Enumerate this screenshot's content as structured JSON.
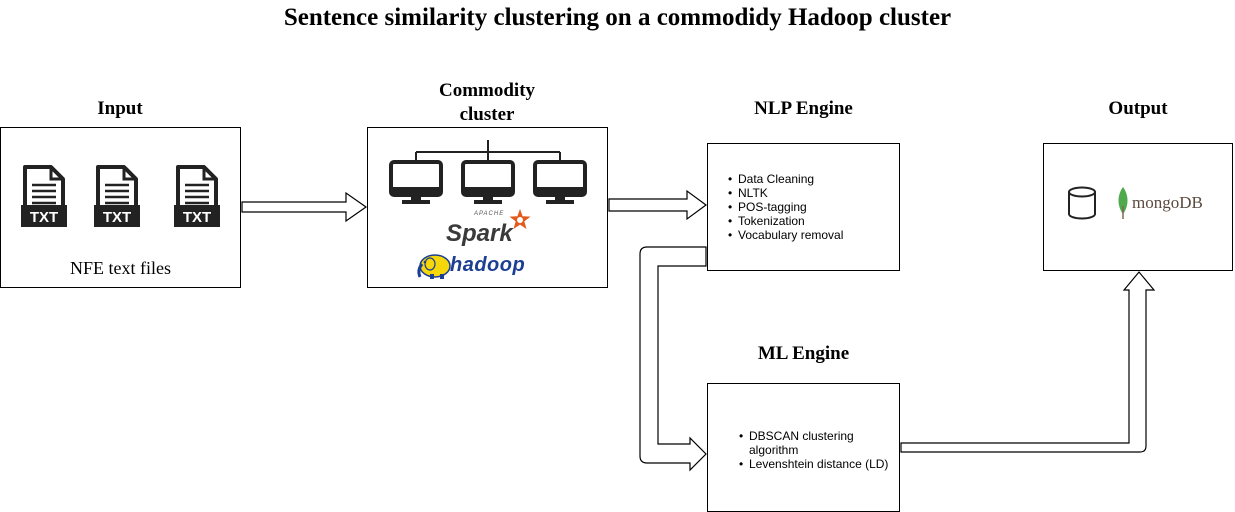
{
  "title": "Sentence similarity clustering on a commodidy Hadoop cluster",
  "input": {
    "heading": "Input",
    "file_icon_label": "TXT",
    "files_label": "NFE text files"
  },
  "cluster": {
    "heading_line1": "Commodity",
    "heading_line2": "cluster",
    "apache_label": "APACHE",
    "spark_label": "Spark",
    "hadoop_label": "hadoop"
  },
  "nlp": {
    "heading": "NLP Engine",
    "items": [
      "Data Cleaning",
      "NLTK",
      "POS-tagging",
      "Tokenization",
      "Vocabulary removal"
    ]
  },
  "ml": {
    "heading": "ML Engine",
    "items": [
      "DBSCAN clustering algorithm",
      "Levenshtein distance (LD)"
    ]
  },
  "output": {
    "heading": "Output",
    "mongo_label": "mongoDB"
  },
  "colors": {
    "spark_star": "#e25a1c",
    "hadoop_blue": "#1c3f94",
    "hadoop_elephant": "#f5d70a",
    "mongo_leaf": "#4fa94d",
    "icon_dark": "#222222"
  }
}
